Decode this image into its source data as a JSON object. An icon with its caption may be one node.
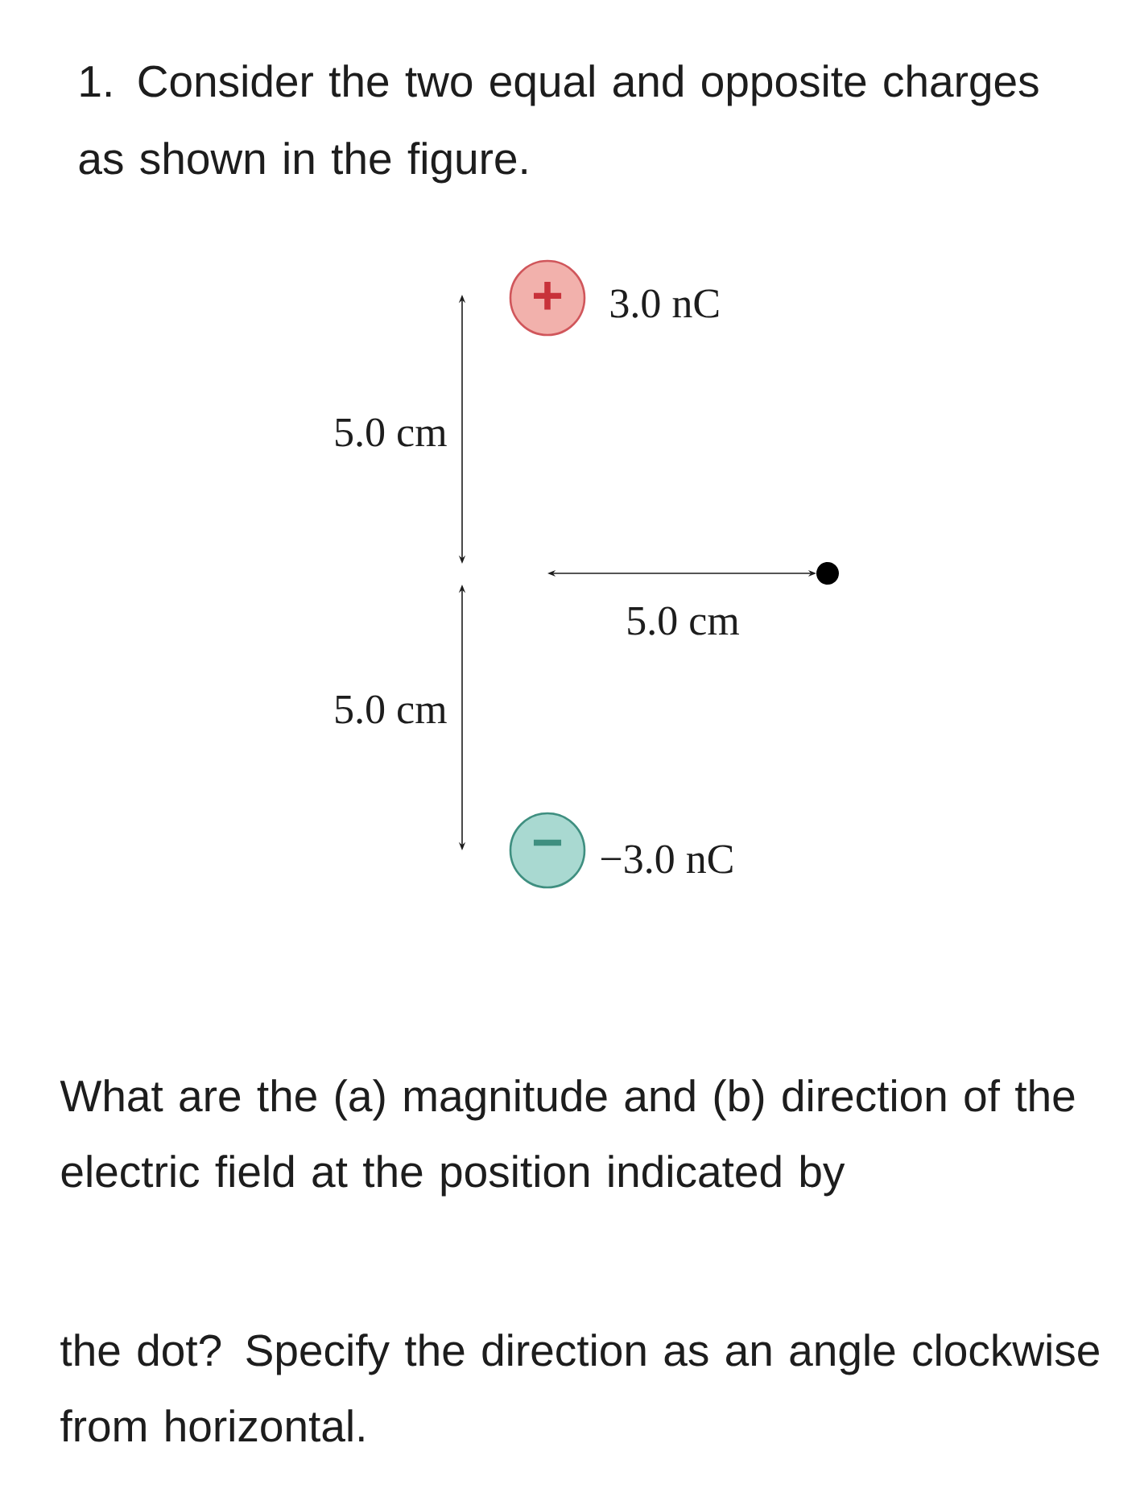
{
  "diagram": {
    "title": "1. Consider the two equal and opposite charges as shown in the figure.",
    "nodes": [
      {
        "text": [
          "+"
        ],
        "beside": [
          "3.0 nC"
        ]
      },
      {
        "text": [],
        "shape": "circle"
      },
      {
        "text": [
          "−"
        ],
        "beside": [
          "−3.0 nC"
        ]
      }
    ],
    "labels": [
      "5.0 cm",
      "5.0 cm",
      "5.0 cm",
      "What are the (a) magnitude and (b) direction of the electric field at the position indicated by",
      "the dot? Specify the direction as an angle clockwise from horizontal."
    ]
  }
}
